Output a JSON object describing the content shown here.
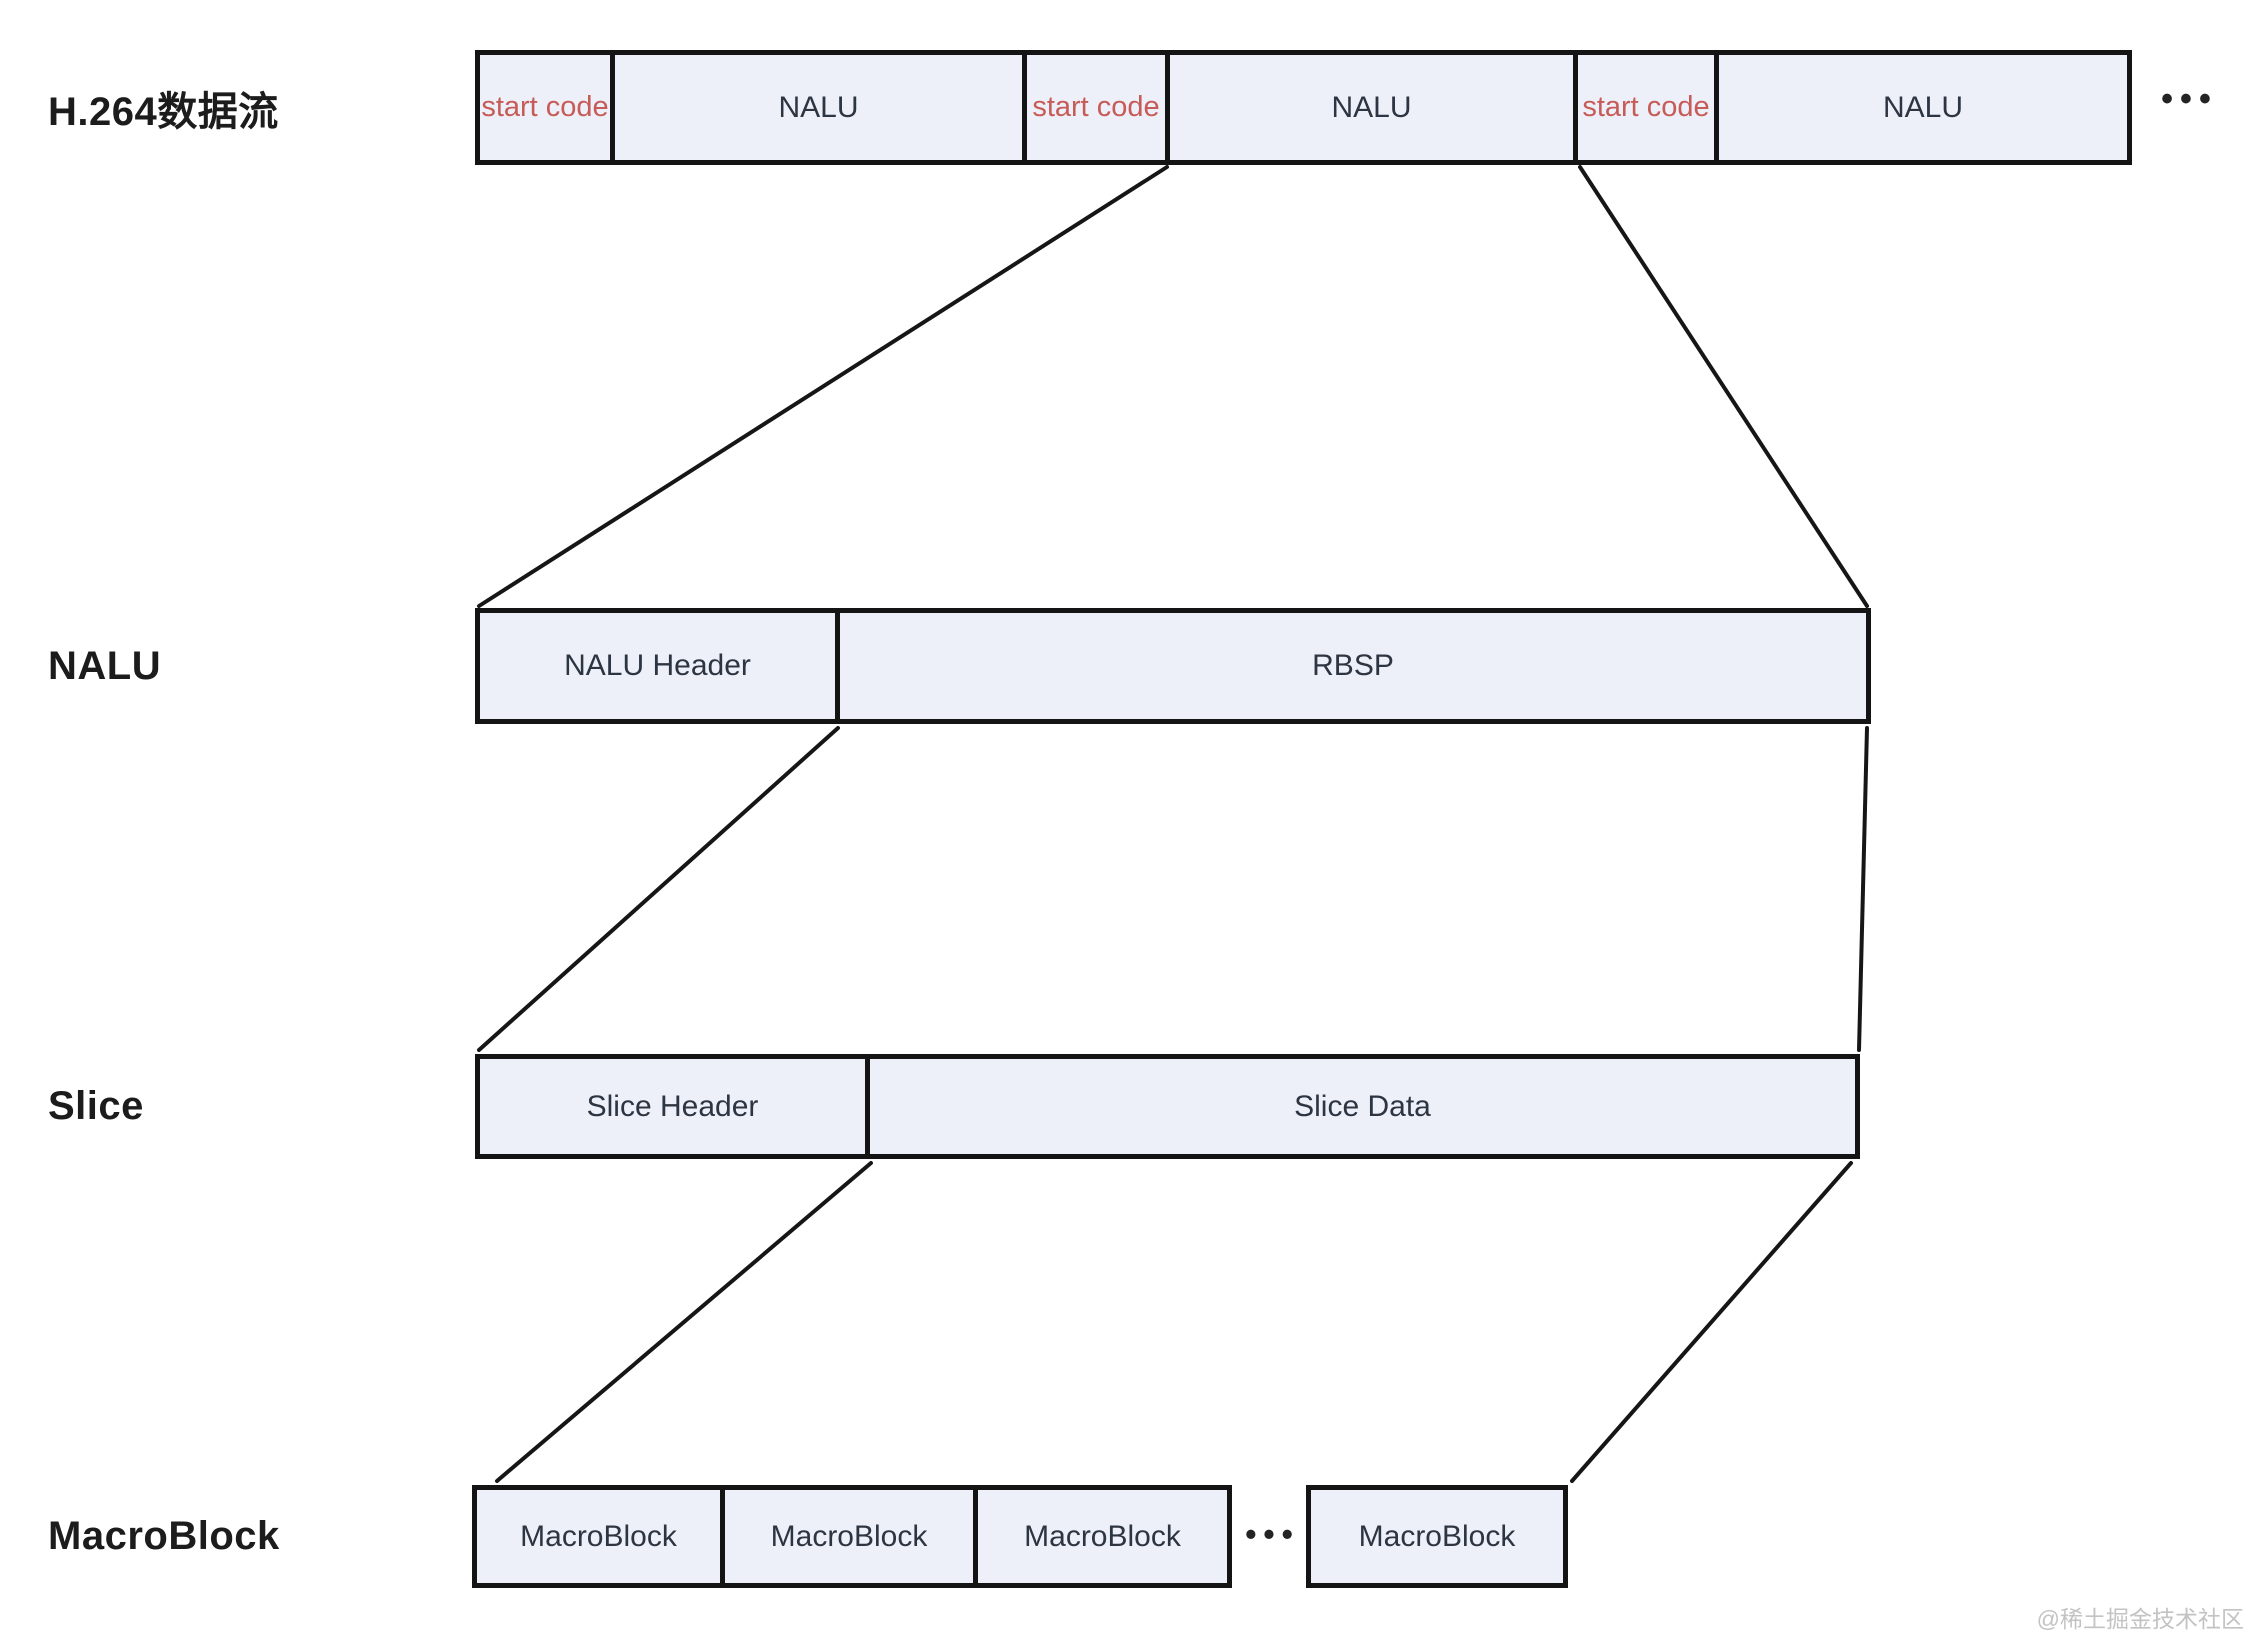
{
  "rows": [
    {
      "label": "H.264数据流",
      "cells": [
        "start code",
        "NALU",
        "start code",
        "NALU",
        "start code",
        "NALU"
      ],
      "ellipsis": "•••"
    },
    {
      "label": "NALU",
      "cells": [
        "NALU Header",
        "RBSP"
      ]
    },
    {
      "label": "Slice",
      "cells": [
        "Slice Header",
        "Slice Data"
      ]
    },
    {
      "label": "MacroBlock",
      "cells": [
        "MacroBlock",
        "MacroBlock",
        "MacroBlock",
        "MacroBlock"
      ],
      "ellipsis": "•••"
    }
  ],
  "watermark": "@稀土掘金技术社区",
  "colors": {
    "box_fill": "#edf0f8",
    "box_border": "#141414",
    "box_text": "#2d3442",
    "start_code_text": "#c75b57",
    "label_text": "#1c1c1c",
    "line": "#161616",
    "watermark_text": "#c3c3c3"
  }
}
